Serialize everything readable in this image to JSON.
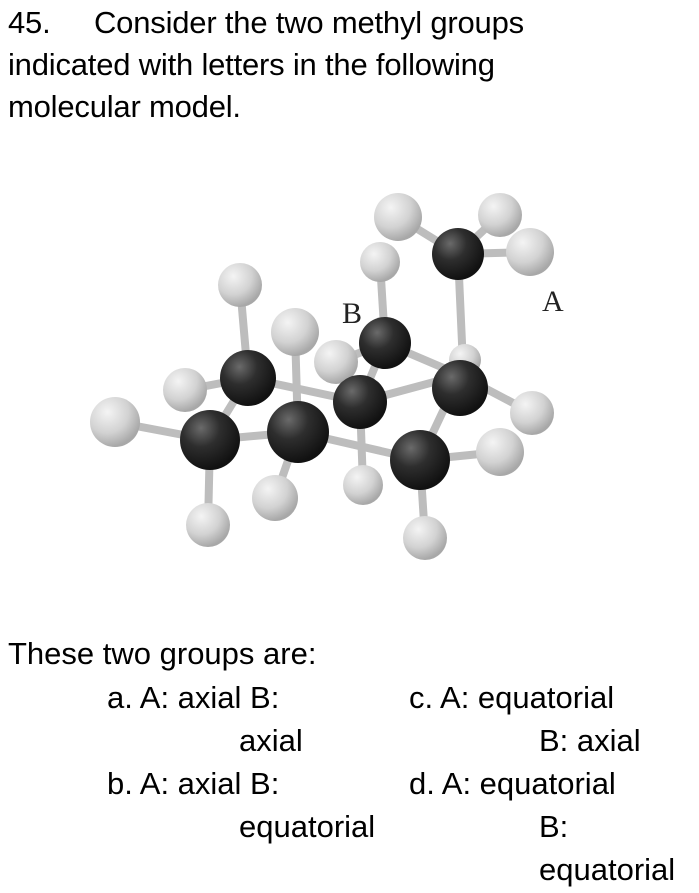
{
  "question": {
    "number": "45.",
    "text_line1": "Consider the two methyl groups",
    "text_line2": "indicated with letters in the following",
    "text_line3": "molecular model."
  },
  "figure": {
    "description": "Ball-and-stick model of a dimethylcyclohexane chair conformation",
    "label_a": "A",
    "label_b": "B",
    "colors": {
      "carbon": "#2a2a2a",
      "hydrogen": "#d4d4d4",
      "bond": "#c8c8c8"
    }
  },
  "prompt": "These two groups are:",
  "options": [
    {
      "letter": "a.",
      "line1": "A:  axial   B:",
      "line2": "axial"
    },
    {
      "letter": "b.",
      "line1": "A:  axial   B:",
      "line2": "equatorial"
    },
    {
      "letter": "c.",
      "line1": "A:  equatorial",
      "line2": "B: axial"
    },
    {
      "letter": "d.",
      "line1": "A:  equatorial",
      "line2": "B:",
      "line3": "equatorial"
    }
  ]
}
